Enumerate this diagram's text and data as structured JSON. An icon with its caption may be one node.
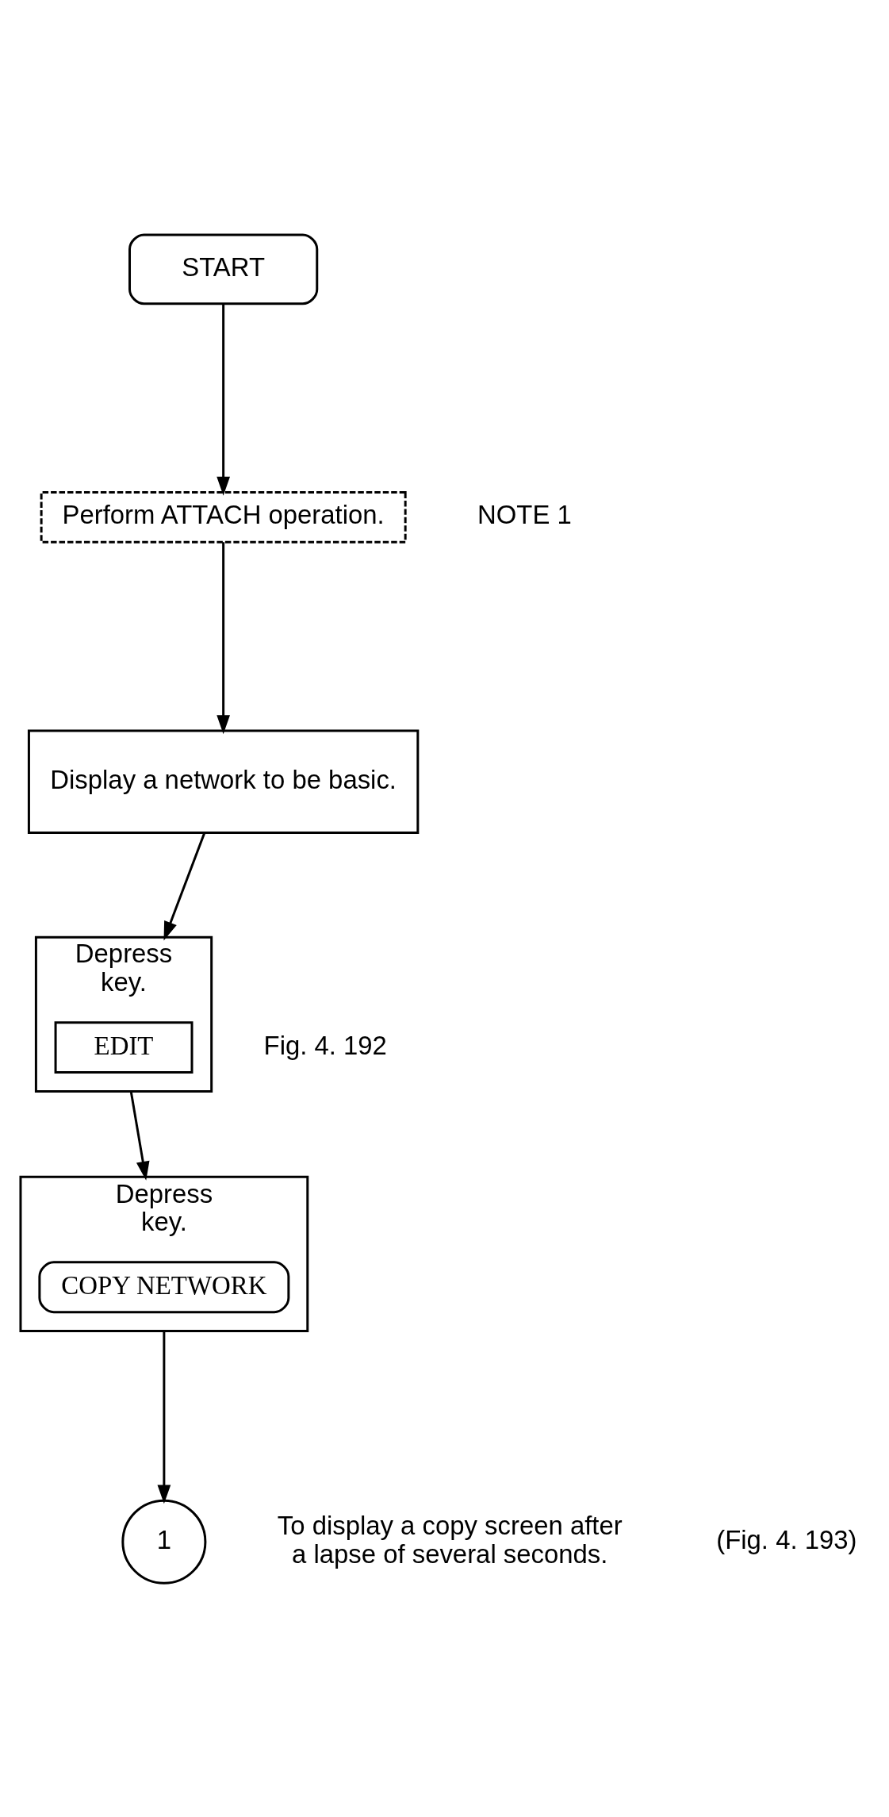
{
  "diagram": {
    "nodes": [
      {
        "text": [
          "START"
        ]
      },
      {
        "text": [
          "Perform ATTACH operation."
        ],
        "beside": [
          "NOTE 1"
        ]
      },
      {
        "text": [
          "Display a network to be basic."
        ]
      },
      {
        "text": [
          "Depress",
          "key."
        ],
        "beside": [
          "Fig. 4. 192"
        ]
      },
      {
        "text": [
          "EDIT"
        ],
        "in": 3
      },
      {
        "text": [
          "Depress",
          "key."
        ]
      },
      {
        "text": [
          "COPY NETWORK"
        ],
        "in": 5
      },
      {
        "text": [
          "1"
        ]
      }
    ],
    "edges": [
      {
        "from": 0,
        "to": 1,
        "arrow": "to"
      },
      {
        "from": 1,
        "to": 2,
        "arrow": "to"
      },
      {
        "from": 2,
        "to": 3,
        "arrow": "to"
      },
      {
        "from": 3,
        "to": 5,
        "arrow": "to"
      },
      {
        "from": 5,
        "to": 7,
        "arrow": "to"
      }
    ],
    "labels": [
      "To display a copy screen after a lapse of several seconds.",
      "(Fig. 4. 193)"
    ]
  }
}
